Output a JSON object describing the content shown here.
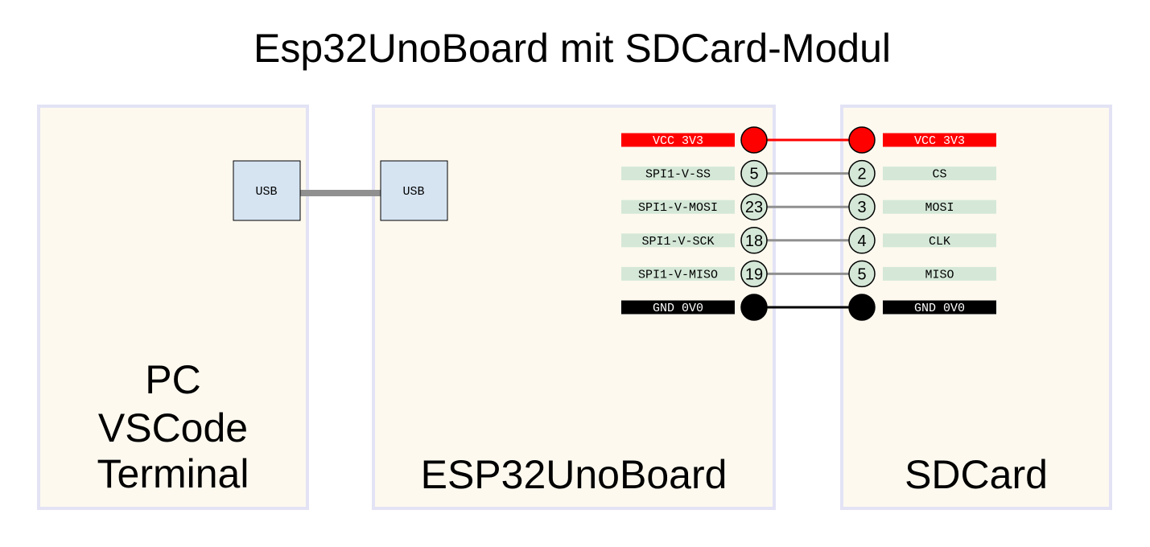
{
  "title": "Esp32UnoBoard mit SDCard-Modul",
  "colors": {
    "panel_fill": "#fdf9ef",
    "panel_border": "#e3e3f5",
    "usb_fill": "#d6e4f2",
    "signal_label_fill": "#d5e8d8",
    "vcc": "#ff0000",
    "gnd": "#000000",
    "signal_wire": "#909090"
  },
  "panels": {
    "pc": {
      "lines": [
        "PC",
        "VSCode",
        "Terminal"
      ]
    },
    "esp": {
      "label": "ESP32UnoBoard"
    },
    "sd": {
      "label": "SDCard"
    }
  },
  "usb": {
    "pc_label": "USB",
    "esp_label": "USB"
  },
  "connections": [
    {
      "kind": "vcc",
      "esp_label": "VCC 3V3",
      "esp_pin": "",
      "sd_pin": "",
      "sd_label": "VCC 3V3"
    },
    {
      "kind": "signal",
      "esp_label": "SPI1-V-SS",
      "esp_pin": "5",
      "sd_pin": "2",
      "sd_label": "CS"
    },
    {
      "kind": "signal",
      "esp_label": "SPI1-V-MOSI",
      "esp_pin": "23",
      "sd_pin": "3",
      "sd_label": "MOSI"
    },
    {
      "kind": "signal",
      "esp_label": "SPI1-V-SCK",
      "esp_pin": "18",
      "sd_pin": "4",
      "sd_label": "CLK"
    },
    {
      "kind": "signal",
      "esp_label": "SPI1-V-MISO",
      "esp_pin": "19",
      "sd_pin": "5",
      "sd_label": "MISO"
    },
    {
      "kind": "gnd",
      "esp_label": "GND 0V0",
      "esp_pin": "",
      "sd_pin": "",
      "sd_label": "GND 0V0"
    }
  ]
}
